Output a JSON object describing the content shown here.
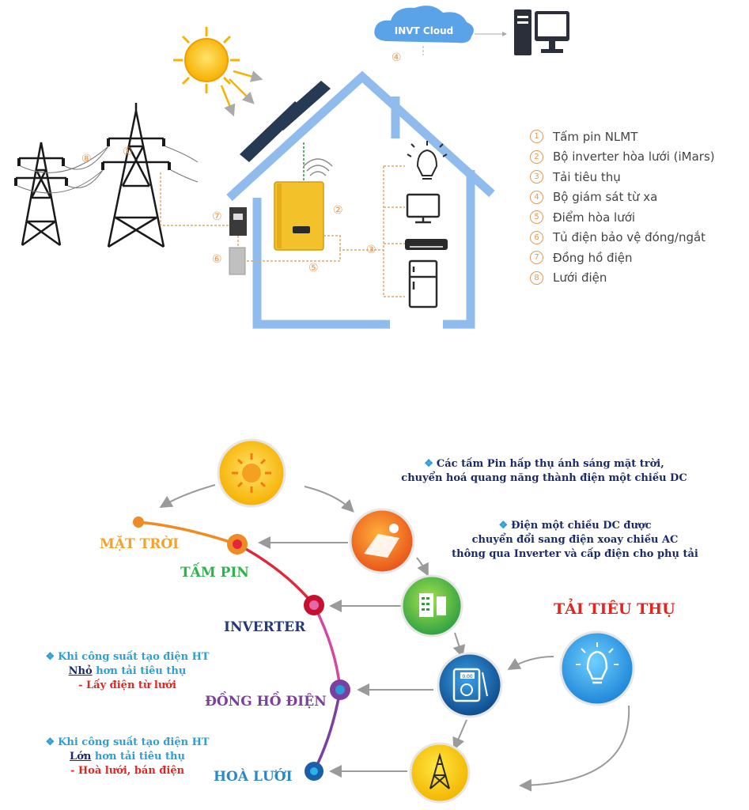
{
  "top": {
    "cloud_label": "INVT Cloud",
    "markers": [
      "①",
      "②",
      "③",
      "④",
      "⑤",
      "⑥",
      "⑦",
      "⑧"
    ],
    "legend": [
      {
        "num": "1",
        "text": "Tấm pin NLMT"
      },
      {
        "num": "2",
        "text": "Bộ inverter hòa lưới (iMars)"
      },
      {
        "num": "3",
        "text": "Tải tiêu thụ"
      },
      {
        "num": "4",
        "text": "Bộ giám sát từ xa"
      },
      {
        "num": "5",
        "text": "Điểm hòa lưới"
      },
      {
        "num": "6",
        "text": "Tủ điện bảo vệ đóng/ngắt"
      },
      {
        "num": "7",
        "text": "Đồng hồ điện"
      },
      {
        "num": "8",
        "text": "Lưới điện"
      }
    ]
  },
  "flow": {
    "labels": {
      "sun": "MẶT TRỜI",
      "panel": "TẤM PIN",
      "inverter": "INVERTER",
      "meter": "ĐỒNG HỒ ĐIỆN",
      "grid": "HOÀ LƯỚI",
      "load": "TẢI TIÊU THỤ"
    },
    "notes": {
      "panel_line1": "Các tấm Pin hấp thụ ánh sáng mặt trời,",
      "panel_line2": "chuyển hoá quang năng thành điện một chiều DC",
      "inverter_line1": "Điện một chiều DC được",
      "inverter_line2": "chuyển đổi sang điện xoay chiều AC",
      "inverter_line3": "thông qua Inverter và cấp điện cho phụ tải",
      "small_line1": "Khi công suất tạo điện HT",
      "small_word": "Nhỏ",
      "small_rest": " hơn tải tiêu thụ",
      "small_line3": "- Lấy điện từ lưới",
      "large_line1": "Khi công suất tạo điện HT",
      "large_word": "Lớn",
      "large_rest": " hơn tải tiêu thụ",
      "large_line3": "- Hoà lưới, bán điện"
    },
    "meter_reading": "0.00"
  },
  "colors": {
    "house": "#8fbcec",
    "dash": "#e0a868",
    "sun_label": "#f3a22a",
    "panel_label": "#2db34a",
    "inverter_label": "#243a78",
    "meter_label": "#7b3fa0",
    "grid_label": "#2b87c8",
    "load_label": "#e52420"
  }
}
